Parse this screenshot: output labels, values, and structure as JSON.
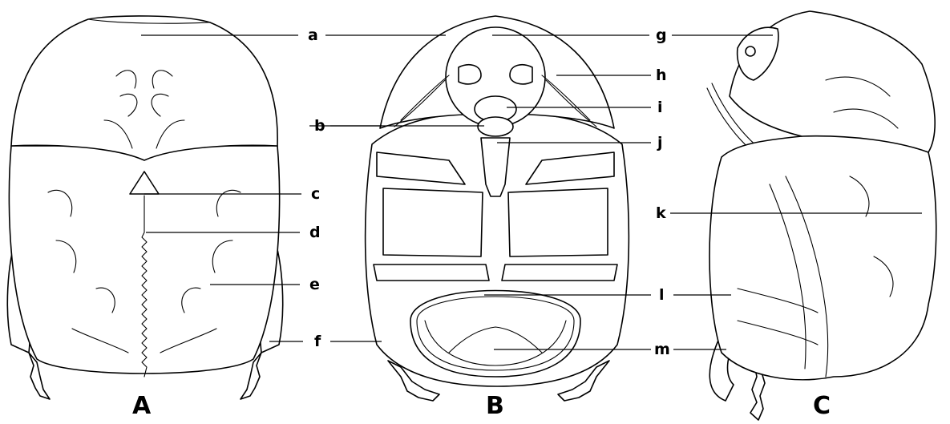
{
  "panels": {
    "A": "A",
    "B": "B",
    "C": "C"
  },
  "labels": {
    "a": "a",
    "b": "b",
    "c": "c",
    "d": "d",
    "e": "e",
    "f": "f",
    "g": "g",
    "h": "h",
    "i": "i",
    "j": "j",
    "k": "k",
    "l": "l",
    "m": "m"
  },
  "style": {
    "ink": "#000000",
    "background": "#ffffff"
  }
}
